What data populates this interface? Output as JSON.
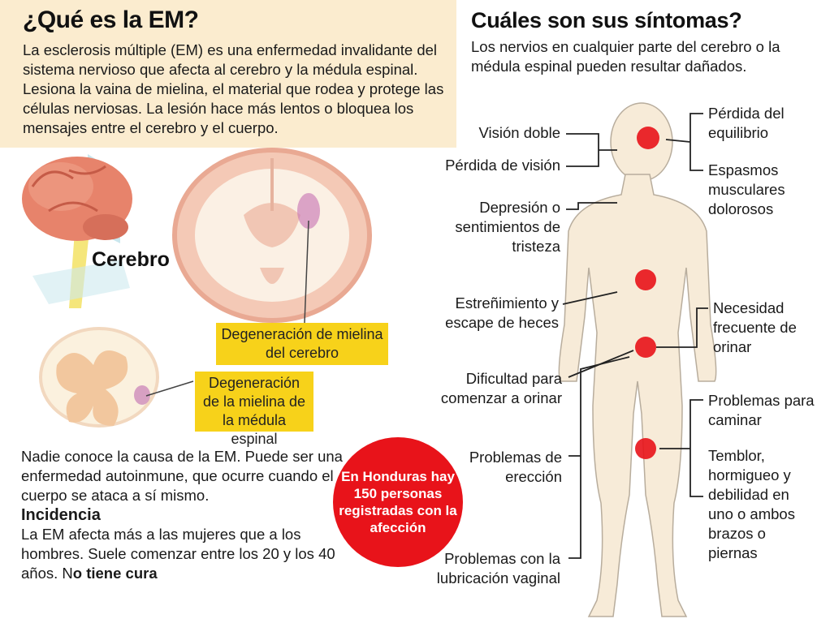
{
  "intro": {
    "title": "¿Qué es la EM?",
    "text": "La esclerosis múltiple (EM) es una enfermedad invalidante del sistema nervioso que afecta al cerebro y la médula espinal. Lesiona la vaina de mielina, el material que rodea y protege las células nerviosas. La lesión hace más lentos o bloquea los mensajes entre el cerebro y el cuerpo."
  },
  "symptoms_header": {
    "title": "Cuáles son sus síntomas?",
    "subtitle": "Los nervios en cualquier parte del cerebro o la médula espinal pueden resultar dañados."
  },
  "brain": {
    "label": "Cerebro",
    "callout_brain": "Degeneración de mielina del cerebro",
    "callout_spine": "Degeneración de la mielina de la médula espinal"
  },
  "cause": {
    "text": "Nadie conoce la causa de la EM. Puede ser una enfermedad autoinmune, que ocurre cuando el cuerpo se ataca a sí mismo.",
    "incidence_title": "Incidencia",
    "incidence_text": "La EM afecta más a las mujeres que a los hombres. Suele comenzar entre los 20 y los 40 años. N",
    "incidence_bold": "o tiene cura"
  },
  "honduras": {
    "text": "En Honduras hay 150 personas registradas con la afección"
  },
  "symptoms_left": [
    "Visión doble",
    "Pérdida de visión",
    "Depresión o sentimientos de tristeza",
    "Estreñimiento y escape de heces",
    "Dificultad para comenzar a orinar",
    "Problemas de erección",
    "Problemas con la lubricación vaginal"
  ],
  "symptoms_right": [
    "Pérdida del equilibrio",
    "Espasmos musculares dolorosos",
    "Necesidad frecuente de orinar",
    "Problemas para caminar",
    "Temblor, hormigueo y debilidad en uno o ambos brazos o piernas"
  ],
  "colors": {
    "intro_bg": "#fbeccf",
    "callout_bg": "#f7d21a",
    "highlight_red": "#e8131a",
    "body_skin": "#f7ebd8"
  }
}
